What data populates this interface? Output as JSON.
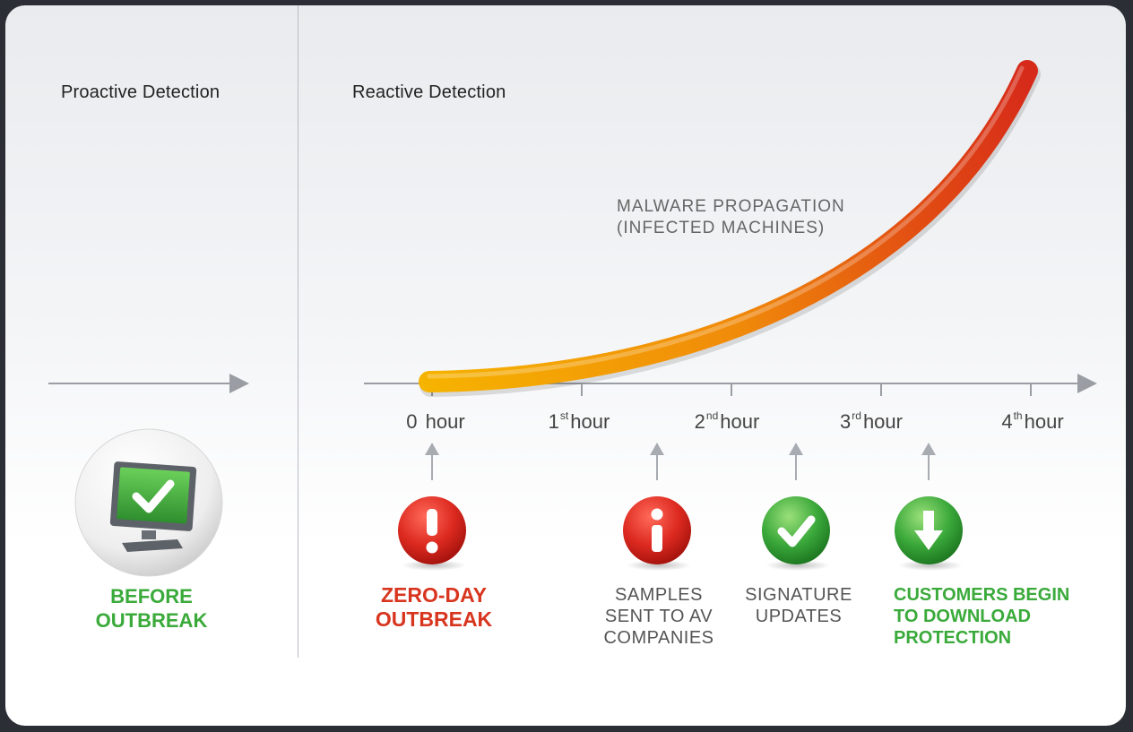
{
  "sections": {
    "proactive": "Proactive Detection",
    "reactive": "Reactive Detection"
  },
  "curve_label": {
    "line1": "MALWARE PROPAGATION",
    "line2": "(INFECTED MACHINES)"
  },
  "timeline": [
    {
      "num": "0",
      "sup": "",
      "unit": " hour"
    },
    {
      "num": "1",
      "sup": "st",
      "unit": "hour"
    },
    {
      "num": "2",
      "sup": "nd",
      "unit": "hour"
    },
    {
      "num": "3",
      "sup": "rd",
      "unit": "hour"
    },
    {
      "num": "4",
      "sup": "th",
      "unit": "hour"
    }
  ],
  "events": {
    "before": {
      "line1": "BEFORE",
      "line2": "OUTBREAK",
      "icon": "computer-check-icon"
    },
    "zero_day": {
      "line1": "ZERO-DAY",
      "line2": "OUTBREAK",
      "icon": "exclamation-icon"
    },
    "samples": {
      "line1": "SAMPLES",
      "line2": "SENT TO AV",
      "line3": "COMPANIES",
      "icon": "info-icon"
    },
    "signature": {
      "line1": "SIGNATURE",
      "line2": "UPDATES",
      "icon": "check-icon"
    },
    "customers": {
      "line1": "CUSTOMERS BEGIN",
      "line2": "TO DOWNLOAD",
      "line3": "PROTECTION",
      "icon": "download-arrow-icon"
    }
  },
  "colors": {
    "red": "#d8351f",
    "green": "#3aaa3a",
    "curve_start": "#f6b300",
    "curve_end": "#d62a1a"
  }
}
